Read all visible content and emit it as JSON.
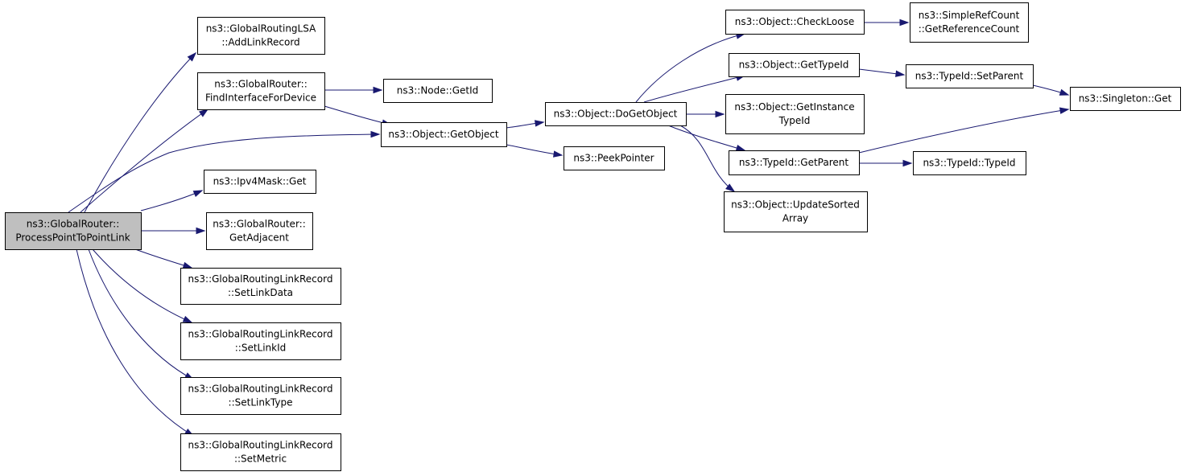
{
  "diagram": {
    "nodes": [
      {
        "id": "root",
        "lines": [
          "ns3::GlobalRouter::",
          "ProcessPointToPointLink"
        ],
        "highlight": true
      },
      {
        "id": "addlinkrecord",
        "lines": [
          "ns3::GlobalRoutingLSA",
          "::AddLinkRecord"
        ]
      },
      {
        "id": "findinterface",
        "lines": [
          "ns3::GlobalRouter::",
          "FindInterfaceForDevice"
        ]
      },
      {
        "id": "nodegetid",
        "lines": [
          "ns3::Node::GetId"
        ]
      },
      {
        "id": "getobject",
        "lines": [
          "ns3::Object::GetObject"
        ]
      },
      {
        "id": "doGetObject",
        "lines": [
          "ns3::Object::DoGetObject"
        ]
      },
      {
        "id": "peekpointer",
        "lines": [
          "ns3::PeekPointer"
        ]
      },
      {
        "id": "ipv4maskget",
        "lines": [
          "ns3::Ipv4Mask::Get"
        ]
      },
      {
        "id": "getadjacent",
        "lines": [
          "ns3::GlobalRouter::",
          "GetAdjacent"
        ]
      },
      {
        "id": "setlinkdata",
        "lines": [
          "ns3::GlobalRoutingLinkRecord",
          "::SetLinkData"
        ]
      },
      {
        "id": "setlinkid",
        "lines": [
          "ns3::GlobalRoutingLinkRecord",
          "::SetLinkId"
        ]
      },
      {
        "id": "setlinktype",
        "lines": [
          "ns3::GlobalRoutingLinkRecord",
          "::SetLinkType"
        ]
      },
      {
        "id": "setmetric",
        "lines": [
          "ns3::GlobalRoutingLinkRecord",
          "::SetMetric"
        ]
      },
      {
        "id": "checkloose",
        "lines": [
          "ns3::Object::CheckLoose"
        ]
      },
      {
        "id": "gettypeid",
        "lines": [
          "ns3::Object::GetTypeId"
        ]
      },
      {
        "id": "getinstancetypeid",
        "lines": [
          "ns3::Object::GetInstance",
          "TypeId"
        ]
      },
      {
        "id": "typeidgetparent",
        "lines": [
          "ns3::TypeId::GetParent"
        ]
      },
      {
        "id": "updatesorted",
        "lines": [
          "ns3::Object::UpdateSorted",
          "Array"
        ]
      },
      {
        "id": "getreferencecount",
        "lines": [
          "ns3::SimpleRefCount",
          "::GetReferenceCount"
        ]
      },
      {
        "id": "typeidsetparent",
        "lines": [
          "ns3::TypeId::SetParent"
        ]
      },
      {
        "id": "singletonget",
        "lines": [
          "ns3::Singleton::Get"
        ]
      },
      {
        "id": "typeidtypeid",
        "lines": [
          "ns3::TypeId::TypeId"
        ]
      }
    ],
    "edges": [
      {
        "from": "root",
        "to": "addlinkrecord"
      },
      {
        "from": "root",
        "to": "findinterface"
      },
      {
        "from": "root",
        "to": "getobject"
      },
      {
        "from": "root",
        "to": "ipv4maskget"
      },
      {
        "from": "root",
        "to": "getadjacent"
      },
      {
        "from": "root",
        "to": "setlinkdata"
      },
      {
        "from": "root",
        "to": "setlinkid"
      },
      {
        "from": "root",
        "to": "setlinktype"
      },
      {
        "from": "root",
        "to": "setmetric"
      },
      {
        "from": "findinterface",
        "to": "nodegetid"
      },
      {
        "from": "findinterface",
        "to": "getobject"
      },
      {
        "from": "getobject",
        "to": "doGetObject"
      },
      {
        "from": "getobject",
        "to": "peekpointer"
      },
      {
        "from": "doGetObject",
        "to": "checkloose"
      },
      {
        "from": "doGetObject",
        "to": "gettypeid"
      },
      {
        "from": "doGetObject",
        "to": "getinstancetypeid"
      },
      {
        "from": "doGetObject",
        "to": "typeidgetparent"
      },
      {
        "from": "doGetObject",
        "to": "updatesorted"
      },
      {
        "from": "checkloose",
        "to": "getreferencecount"
      },
      {
        "from": "gettypeid",
        "to": "typeidsetparent"
      },
      {
        "from": "typeidsetparent",
        "to": "singletonget"
      },
      {
        "from": "typeidgetparent",
        "to": "singletonget"
      },
      {
        "from": "typeidgetparent",
        "to": "typeidtypeid"
      }
    ]
  },
  "colors": {
    "edge": "#191970",
    "root_fill": "#bfbfbf",
    "node_fill": "#ffffff",
    "border": "#000000"
  }
}
